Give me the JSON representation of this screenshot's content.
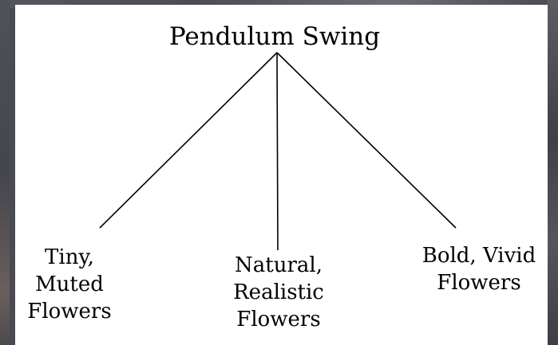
{
  "diagram": {
    "root": {
      "label": "Pendulum Swing"
    },
    "children": [
      {
        "label": "Tiny,\nMuted\nFlowers"
      },
      {
        "label": "Natural,\nRealistic\nFlowers"
      },
      {
        "label": "Bold, Vivid\nFlowers"
      }
    ]
  },
  "colors": {
    "background": "#4a4a52",
    "panel": "#ffffff",
    "text": "#000000",
    "lines": "#000000"
  }
}
